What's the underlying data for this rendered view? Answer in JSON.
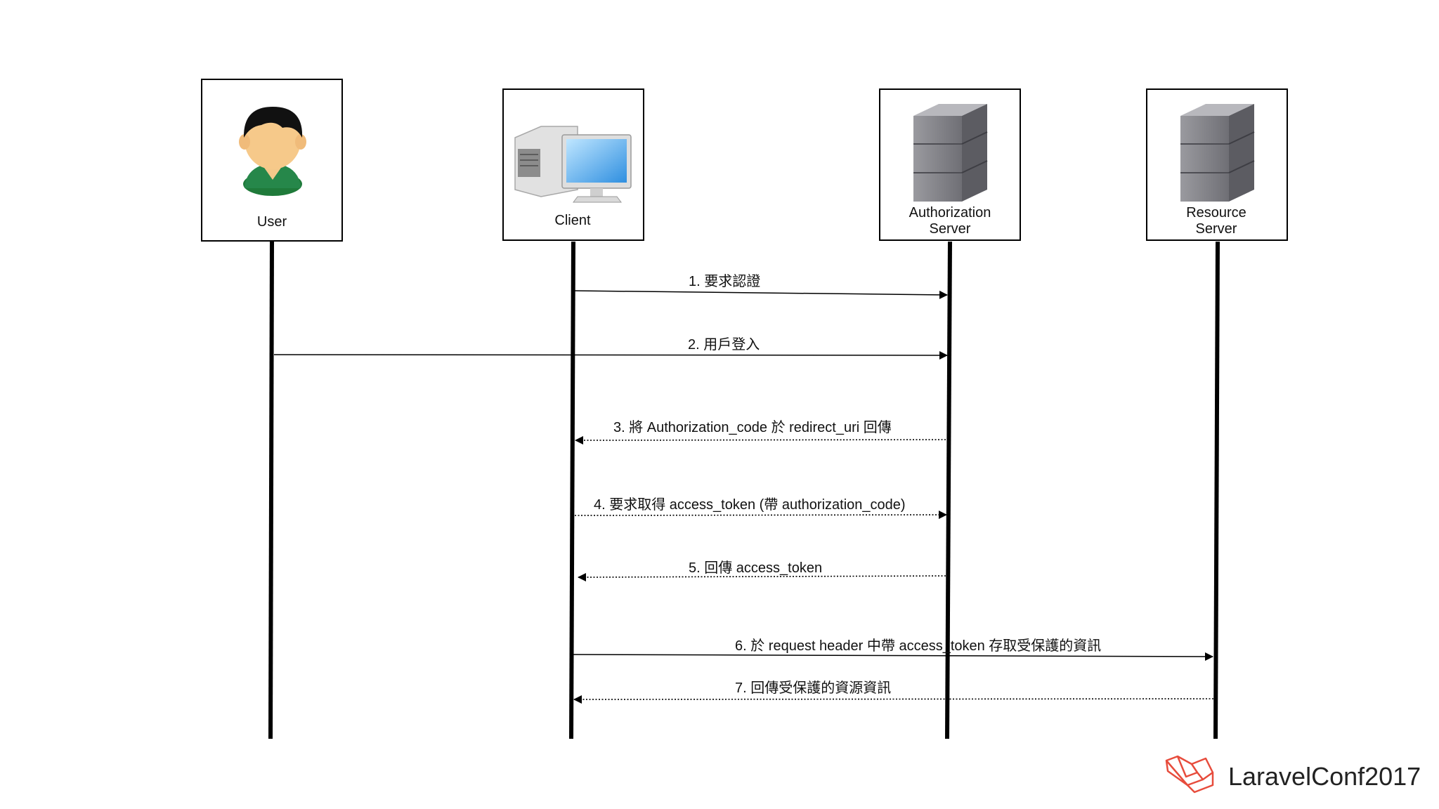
{
  "actors": [
    {
      "id": "user",
      "label": "User",
      "icon": "user-avatar-icon"
    },
    {
      "id": "client",
      "label": "Client",
      "icon": "desktop-computer-icon"
    },
    {
      "id": "auth",
      "label_line1": "Authorization",
      "label_line2": "Server",
      "icon": "server-tower-icon"
    },
    {
      "id": "resource",
      "label_line1": "Resource",
      "label_line2": "Server",
      "icon": "server-tower-icon"
    }
  ],
  "messages": [
    {
      "label": "1. 要求認證",
      "from": "client",
      "to": "auth",
      "style": "solid"
    },
    {
      "label": "2. 用戶登入",
      "from": "user",
      "to": "auth",
      "style": "solid"
    },
    {
      "label": "3. 將 Authorization_code 於 redirect_uri 回傳",
      "from": "auth",
      "to": "client",
      "style": "dashed"
    },
    {
      "label": "4. 要求取得 access_token (帶 authorization_code)",
      "from": "client",
      "to": "auth",
      "style": "dashed"
    },
    {
      "label": "5. 回傳 access_token",
      "from": "auth",
      "to": "client",
      "style": "dashed"
    },
    {
      "label": "6. 於 request header 中帶 access_token 存取受保護的資訊",
      "from": "client",
      "to": "resource",
      "style": "solid"
    },
    {
      "label": "7. 回傳受保護的資源資訊",
      "from": "resource",
      "to": "client",
      "style": "dashed"
    }
  ],
  "branding": {
    "text": "LaravelConf2017",
    "logo_icon": "laravel-logo-icon",
    "logo_color": "#e74c3c"
  }
}
